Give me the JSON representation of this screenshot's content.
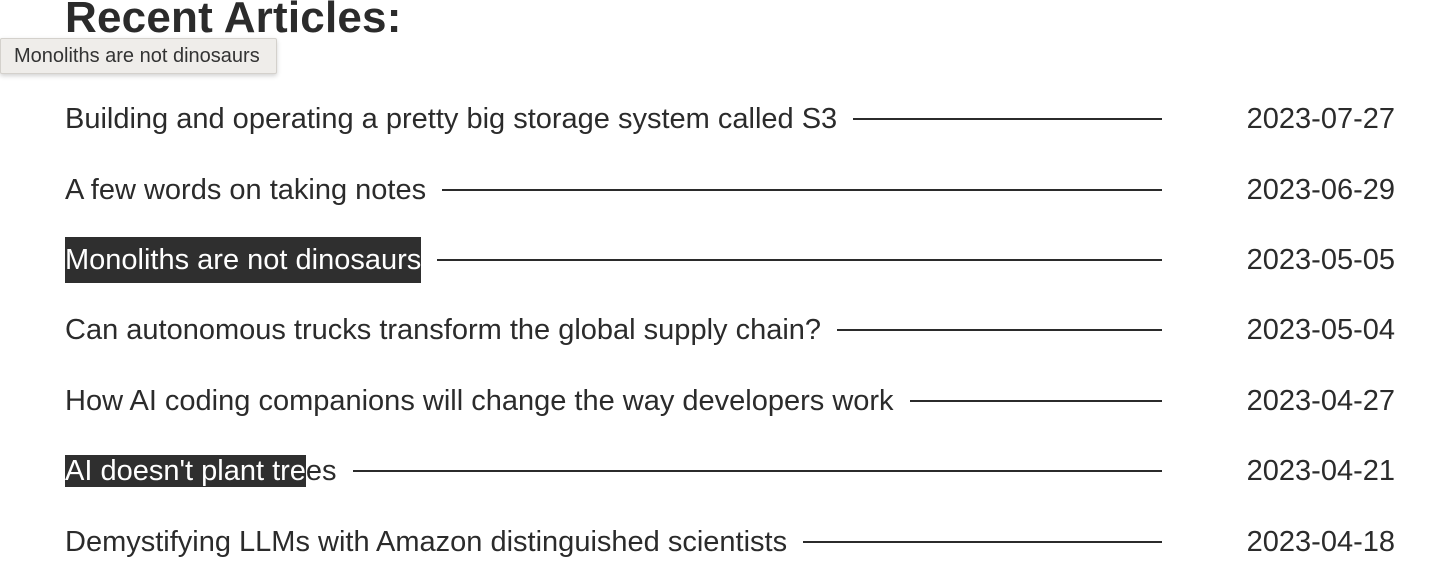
{
  "page": {
    "title": "Recent Articles:"
  },
  "tooltip": {
    "text": "Monoliths are not dinosaurs"
  },
  "articles": [
    {
      "title": "Building and operating a pretty big storage system called S3",
      "date": "2023-07-27"
    },
    {
      "title": "A few words on taking notes",
      "date": "2023-06-29"
    },
    {
      "title": "Monoliths are not dinosaurs",
      "date": "2023-05-05"
    },
    {
      "title": "Can autonomous trucks transform the global supply chain?",
      "date": "2023-05-04"
    },
    {
      "title": "How AI coding companions will change the way developers work",
      "date": "2023-04-27"
    },
    {
      "title": "AI doesn't plant trees",
      "date": "2023-04-21",
      "selected_part": "AI doesn't plant tre",
      "unselected_part": "es"
    },
    {
      "title": "Demystifying LLMs with Amazon distinguished scientists",
      "date": "2023-04-18"
    }
  ]
}
